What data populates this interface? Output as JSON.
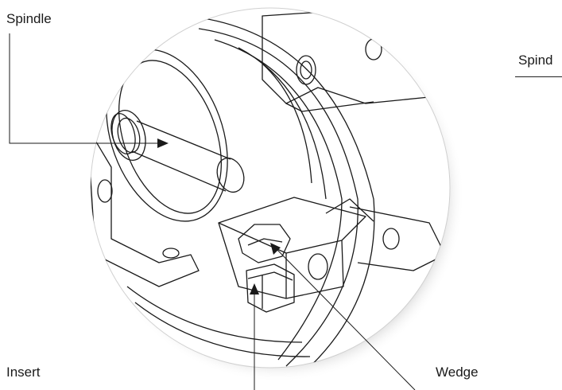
{
  "labels": {
    "spindle": "Spindle",
    "spindle_right": "Spind",
    "insert": "Insert",
    "wedge": "Wedge"
  },
  "colors": {
    "line": "#1a1a1a",
    "shadow": "#c8c8c8",
    "background": "#ffffff"
  }
}
